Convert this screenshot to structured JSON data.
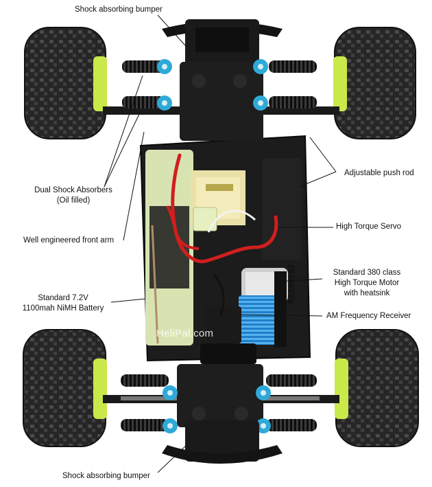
{
  "image": {
    "subject": "radio-controlled car",
    "view": "top-down chassis view",
    "colors": {
      "tire": "#2b2b2b",
      "rim": "#c9e84a",
      "chassis": "#1c1c1c",
      "shock_cap": "#2fa9d8",
      "spring": "#101010",
      "motor_heatsink": "#2b8fd6",
      "battery": "#d7e4b2",
      "connector": "#e6efc0",
      "wire_red": "#d21e1e"
    }
  },
  "callouts": {
    "top_bumper": "Shock absorbing bumper",
    "dual_shock_line1": "Dual Shock Absorbers",
    "dual_shock_line2": "(Oil filled)",
    "front_arm": "Well engineered front arm",
    "push_rod": "Adjustable push rod",
    "servo": "High Torque Servo",
    "motor_line1": "Standard 380 class",
    "motor_line2": "High Torque Motor",
    "motor_line3": "with heatsink",
    "battery_line1": "Standard 7.2V",
    "battery_line2": "1100mah NiMH Battery",
    "receiver": "AM Frequency Receiver",
    "bottom_bumper": "Shock absorbing bumper"
  },
  "watermark": "HeliPal.com",
  "chassis_marking": "RX390592"
}
